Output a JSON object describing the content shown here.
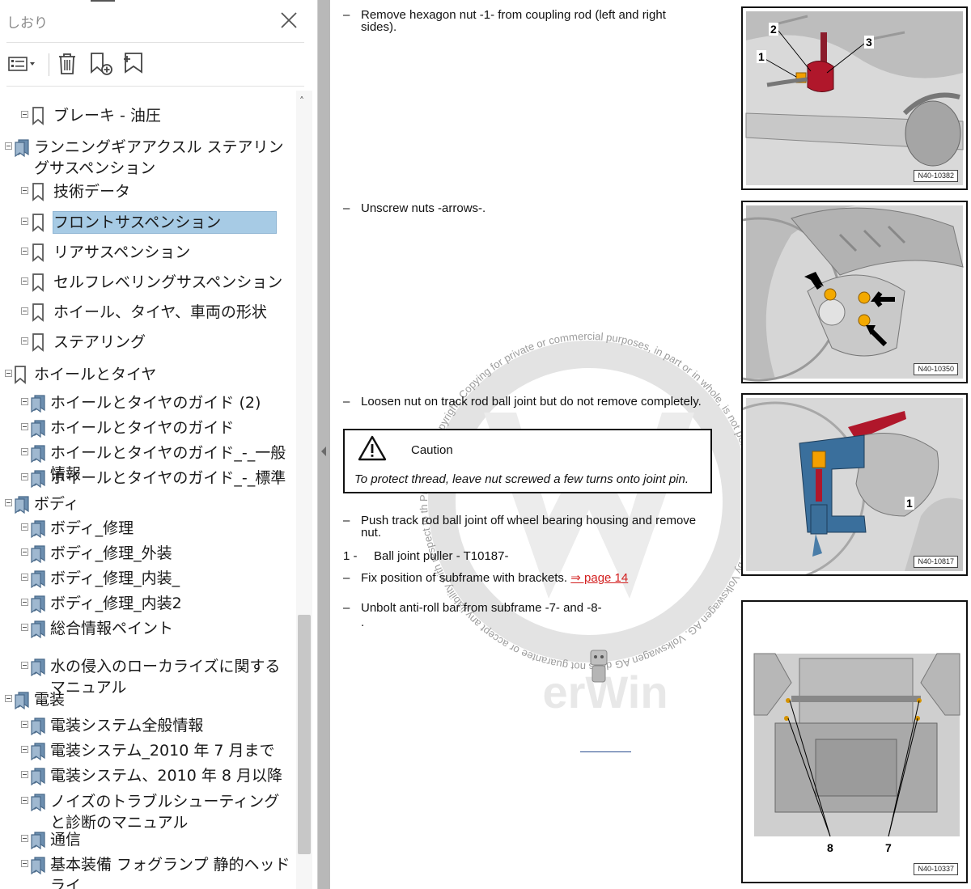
{
  "sidebar": {
    "title": "しおり",
    "close_icon": "close-icon",
    "toolbar": [
      {
        "name": "options-menu-button",
        "icon": "list-options-icon"
      },
      {
        "name": "delete-bookmark-button",
        "icon": "trash-icon"
      },
      {
        "name": "new-bookmark-button",
        "icon": "bookmark-add-icon"
      },
      {
        "name": "find-bookmark-button",
        "icon": "bookmark-find-icon"
      }
    ],
    "tree": [
      {
        "label": "ブレーキ - 油圧",
        "level": 2,
        "icon": "bookmark-icon"
      },
      {
        "label": "ランニングギアアクスル ステアリングサスペンション",
        "level": 0,
        "icon": "bookmark-multi-icon"
      },
      {
        "label": "技術データ",
        "level": 2,
        "icon": "bookmark-icon"
      },
      {
        "label": "フロントサスペンション",
        "level": 2,
        "icon": "bookmark-icon",
        "selected": true
      },
      {
        "label": "リアサスペンション",
        "level": 2,
        "icon": "bookmark-icon"
      },
      {
        "label": "セルフレベリングサスペンション",
        "level": 2,
        "icon": "bookmark-icon"
      },
      {
        "label": "ホイール、タイヤ、車両の形状",
        "level": 2,
        "icon": "bookmark-icon"
      },
      {
        "label": "ステアリング",
        "level": 2,
        "icon": "bookmark-icon"
      },
      {
        "label": "ホイールとタイヤ",
        "level": 0,
        "icon": "bookmark-icon"
      },
      {
        "label": "ホイールとタイヤのガイド (2)",
        "level": 1,
        "icon": "bookmark-multi-icon"
      },
      {
        "label": "ホイールとタイヤのガイド",
        "level": 1,
        "icon": "bookmark-multi-icon"
      },
      {
        "label": "ホイールとタイヤのガイド_-_一般情報",
        "level": 1,
        "icon": "bookmark-multi-icon"
      },
      {
        "label": "ホイールとタイヤのガイド_-_標準",
        "level": 1,
        "icon": "bookmark-multi-icon"
      },
      {
        "label": "ボディ",
        "level": 0,
        "icon": "bookmark-multi-icon"
      },
      {
        "label": "ボディ_修理",
        "level": 1,
        "icon": "bookmark-multi-icon"
      },
      {
        "label": "ボディ_修理_外装",
        "level": 1,
        "icon": "bookmark-multi-icon"
      },
      {
        "label": "ボディ_修理_内装_",
        "level": 1,
        "icon": "bookmark-multi-icon"
      },
      {
        "label": "ボディ_修理_内装2",
        "level": 1,
        "icon": "bookmark-multi-icon"
      },
      {
        "label": "総合情報ペイント",
        "level": 1,
        "icon": "bookmark-multi-icon"
      },
      {
        "label": "水の侵入のローカライズに関するマニュアル",
        "level": 1,
        "icon": "bookmark-multi-icon"
      },
      {
        "label": "電装",
        "level": 0,
        "icon": "bookmark-multi-icon"
      },
      {
        "label": "電装システム全般情報",
        "level": 1,
        "icon": "bookmark-multi-icon"
      },
      {
        "label": "電装システム_2010 年 7 月まで",
        "level": 1,
        "icon": "bookmark-multi-icon"
      },
      {
        "label": "電装システム、2010 年 8 月以降",
        "level": 1,
        "icon": "bookmark-multi-icon"
      },
      {
        "label": "ノイズのトラブルシューティングと診断のマニュアル",
        "level": 1,
        "icon": "bookmark-multi-icon"
      },
      {
        "label": "通信",
        "level": 1,
        "icon": "bookmark-multi-icon"
      },
      {
        "label": "基本装備 フォグランプ 静的ヘッドライ",
        "level": 1,
        "icon": "bookmark-multi-icon"
      }
    ]
  },
  "document": {
    "steps": [
      {
        "dash": "–",
        "text": "Remove hexagon nut -1- from coupling rod (left and right sides)."
      },
      {
        "dash": "–",
        "text": "Unscrew nuts -arrows-."
      },
      {
        "dash": "–",
        "text": "Loosen nut on track rod ball joint but do not remove completely."
      },
      {
        "dash": "–",
        "text": "Push track rod ball joint off wheel bearing housing and remove nut."
      },
      {
        "dash": "1 -",
        "text": "Ball joint puller - T10187-"
      },
      {
        "dash": "–",
        "text_before": "Fix position of subframe with brackets. ",
        "link": "⇒ page 14"
      },
      {
        "dash": "–",
        "text": "Unbolt anti-roll bar from subframe -7- and -8-"
      },
      {
        "dash": "",
        "text": "."
      }
    ],
    "caution": {
      "icon": "warning-triangle-icon",
      "title": "Caution",
      "text": "To protect thread, leave nut screwed a few turns onto joint pin."
    },
    "figures": [
      {
        "id": "N40-10382",
        "callouts": [
          "1",
          "2",
          "3"
        ]
      },
      {
        "id": "N40-10350",
        "callouts": []
      },
      {
        "id": "N40-10817",
        "callouts": [
          "1"
        ]
      },
      {
        "id": "N40-10337",
        "callouts": [
          "8",
          "7"
        ]
      }
    ],
    "watermark": {
      "text": "Protected by copyright. Copying for private or commercial purposes, in part or in whole, is not permitted unless authorised by Volkswagen AG. Volkswagen AG does not guarantee or accept any liability with respect to the correctness of information in this document. Copyright by Volkswagen AG.",
      "brand": "erWin"
    }
  }
}
